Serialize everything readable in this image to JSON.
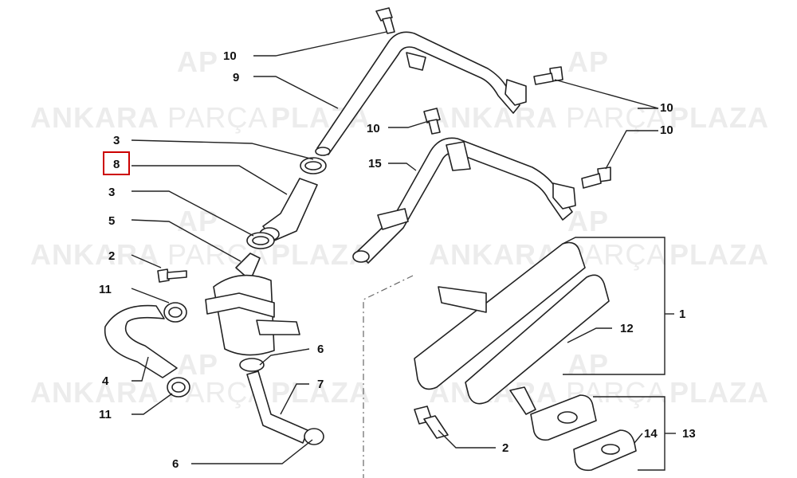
{
  "watermark": {
    "logo_text": "AP",
    "brand_1": "ANKARA",
    "brand_2": "PARÇA",
    "brand_3": "PLAZA"
  },
  "highlight_color": "#cc0000",
  "callouts": [
    {
      "id": "c10a",
      "text": "10"
    },
    {
      "id": "c9",
      "text": "9"
    },
    {
      "id": "c10b",
      "text": "10"
    },
    {
      "id": "c10c",
      "text": "10"
    },
    {
      "id": "c10d",
      "text": "10"
    },
    {
      "id": "c3a",
      "text": "3"
    },
    {
      "id": "c8",
      "text": "8"
    },
    {
      "id": "c15",
      "text": "15"
    },
    {
      "id": "c3b",
      "text": "3"
    },
    {
      "id": "c5",
      "text": "5"
    },
    {
      "id": "c2a",
      "text": "2"
    },
    {
      "id": "c11a",
      "text": "11"
    },
    {
      "id": "c1",
      "text": "1"
    },
    {
      "id": "c12",
      "text": "12"
    },
    {
      "id": "c6a",
      "text": "6"
    },
    {
      "id": "c4",
      "text": "4"
    },
    {
      "id": "c7",
      "text": "7"
    },
    {
      "id": "c11b",
      "text": "11"
    },
    {
      "id": "c2b",
      "text": "2"
    },
    {
      "id": "c14",
      "text": "14"
    },
    {
      "id": "c13",
      "text": "13"
    },
    {
      "id": "c6b",
      "text": "6"
    }
  ]
}
